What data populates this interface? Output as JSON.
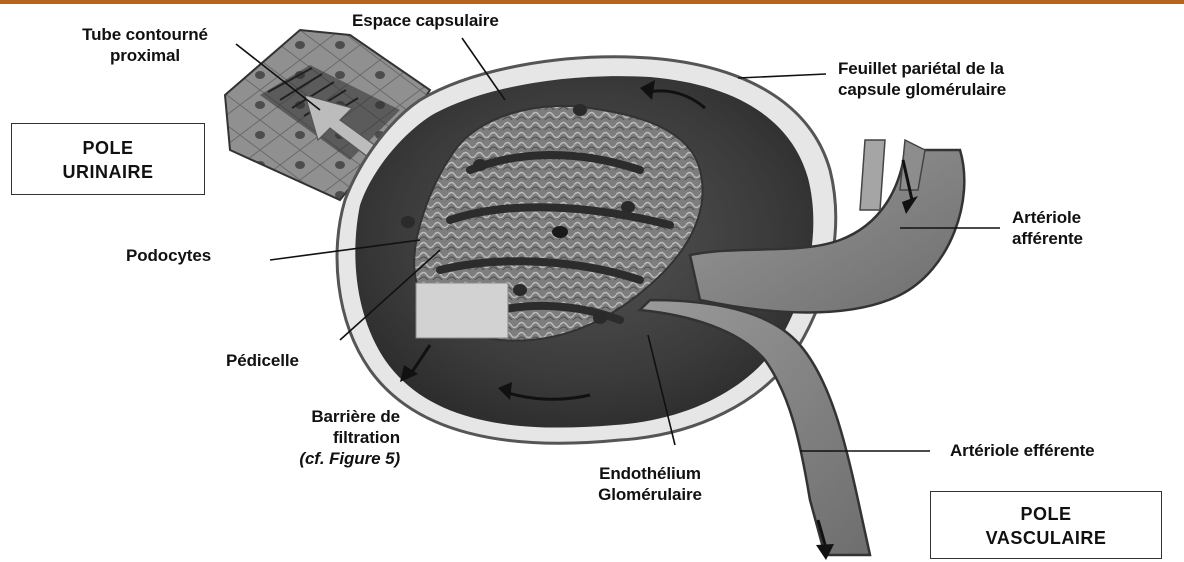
{
  "labels": {
    "tube_contourne": [
      "Tube contourné",
      "proximal"
    ],
    "espace_capsulaire": "Espace capsulaire",
    "feuillet_parietal": [
      "Feuillet pariétal de la",
      "capsule glomérulaire"
    ],
    "arteriole_afferente": [
      "Artériole",
      "afférente"
    ],
    "podocytes": "Podocytes",
    "pedicelle": "Pédicelle",
    "barriere": [
      "Barrière de",
      "filtration",
      "(cf. Figure 5)"
    ],
    "endothelium": [
      "Endothélium",
      "Glomérulaire"
    ],
    "arteriole_efferente": "Artériole efférente"
  },
  "boxes": {
    "pole_urinaire": [
      "POLE",
      "URINAIRE"
    ],
    "pole_vasculaire": [
      "POLE",
      "VASCULAIRE"
    ]
  },
  "colors": {
    "accent_rule": "#b5651d",
    "capsule_dark": "#3c3c3c",
    "capsule_light": "#d8d8d8",
    "tissue_mid": "#8a8a8a",
    "highlight_box": "#cfcfcf"
  }
}
